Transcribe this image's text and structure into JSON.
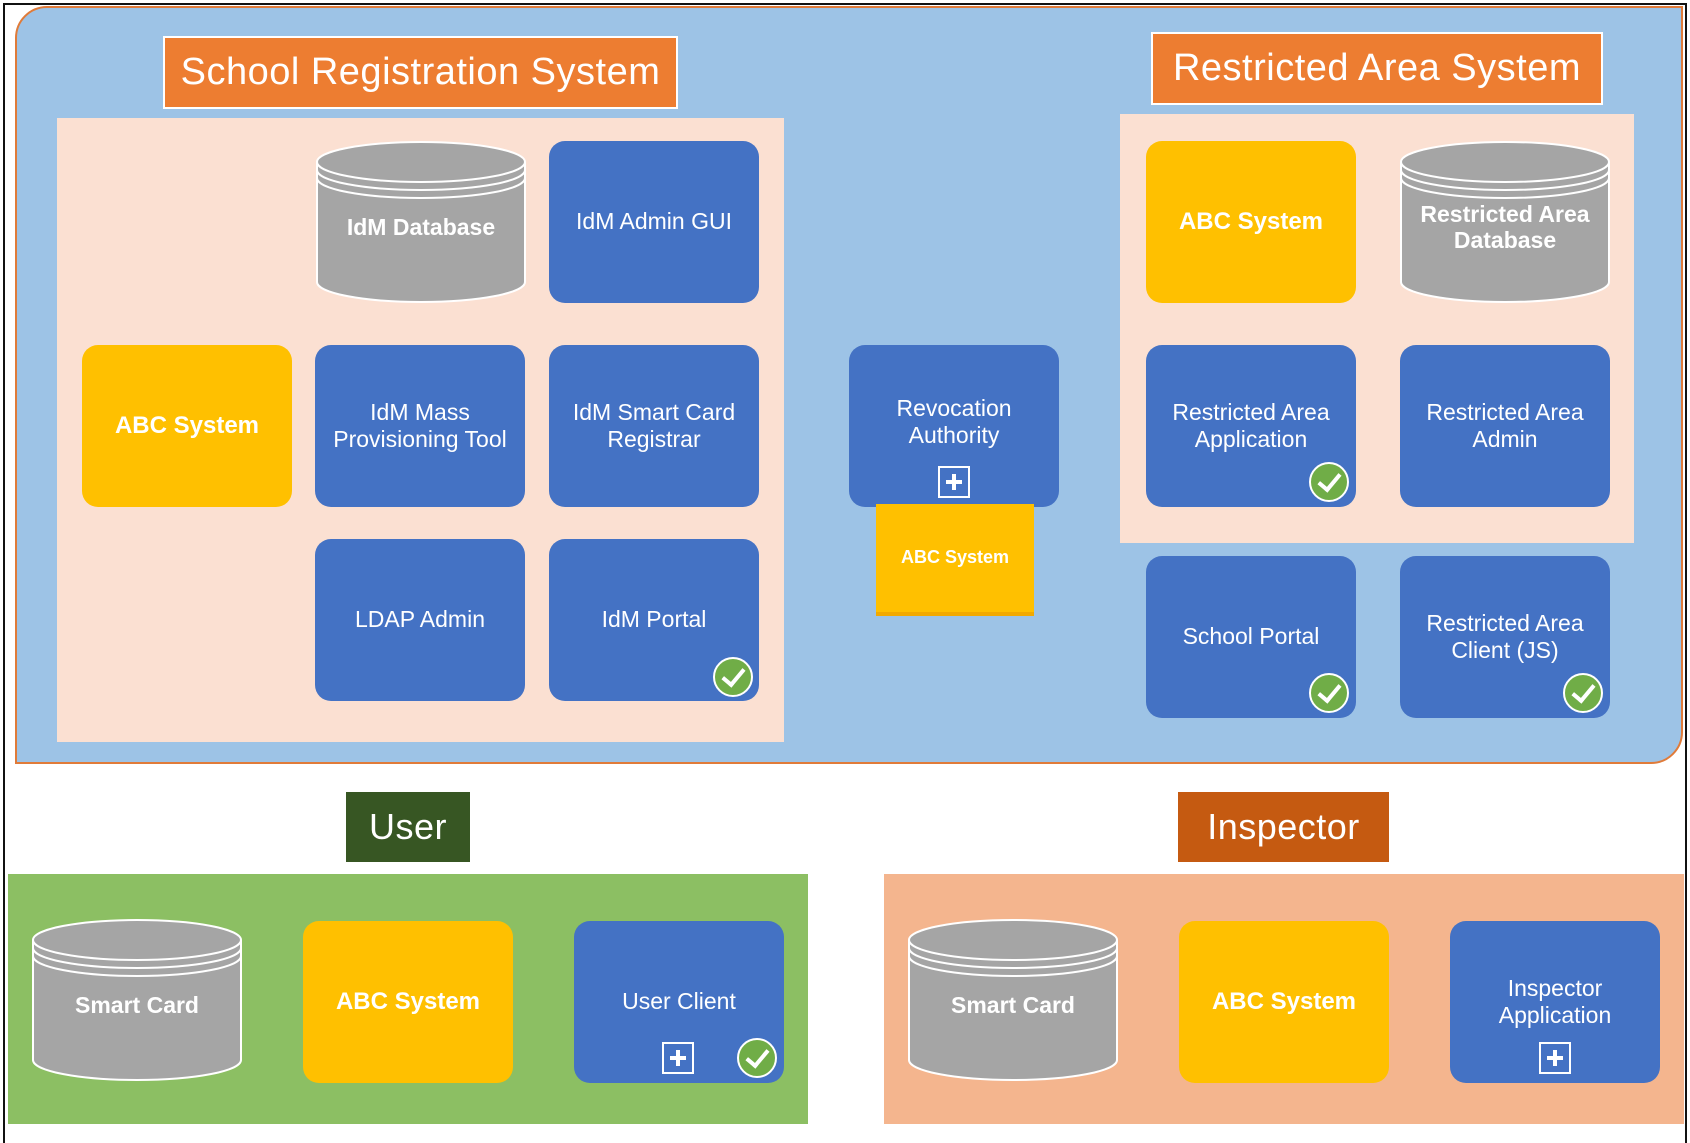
{
  "school_registration_system": {
    "title": "School Registration System",
    "idm_database": "IdM Database",
    "idm_admin_gui": "IdM Admin GUI",
    "abc_system": "ABC System",
    "idm_mass_provisioning_tool": "IdM Mass\nProvisioning Tool",
    "idm_smart_card_registrar": "IdM Smart Card\nRegistrar",
    "ldap_admin": "LDAP Admin",
    "idm_portal": "IdM Portal"
  },
  "revocation": {
    "revocation_authority": "Revocation\nAuthority",
    "abc_system": "ABC System"
  },
  "restricted_area_system": {
    "title": "Restricted Area System",
    "abc_system": "ABC System",
    "restricted_area_database": "Restricted Area\nDatabase",
    "restricted_area_application": "Restricted Area\nApplication",
    "restricted_area_admin": "Restricted Area\nAdmin",
    "school_portal": "School Portal",
    "restricted_area_client": "Restricted Area\nClient (JS)"
  },
  "user": {
    "title": "User",
    "smart_card": "Smart Card",
    "abc_system": "ABC System",
    "user_client": "User Client"
  },
  "inspector": {
    "title": "Inspector",
    "smart_card": "Smart Card",
    "abc_system": "ABC System",
    "inspector_application": "Inspector\nApplication"
  },
  "colors": {
    "main_region": "#9dc3e6",
    "title_orange": "#ed7d31",
    "component_blue": "#4472c4",
    "abc_yellow": "#ffc000",
    "database_gray": "#a5a5a5",
    "check_green": "#70ad47",
    "user_panel": "#8cbf63",
    "inspector_panel": "#f4b58e"
  },
  "icons": [
    "check-icon",
    "plus-icon",
    "database-cylinder-icon"
  ]
}
